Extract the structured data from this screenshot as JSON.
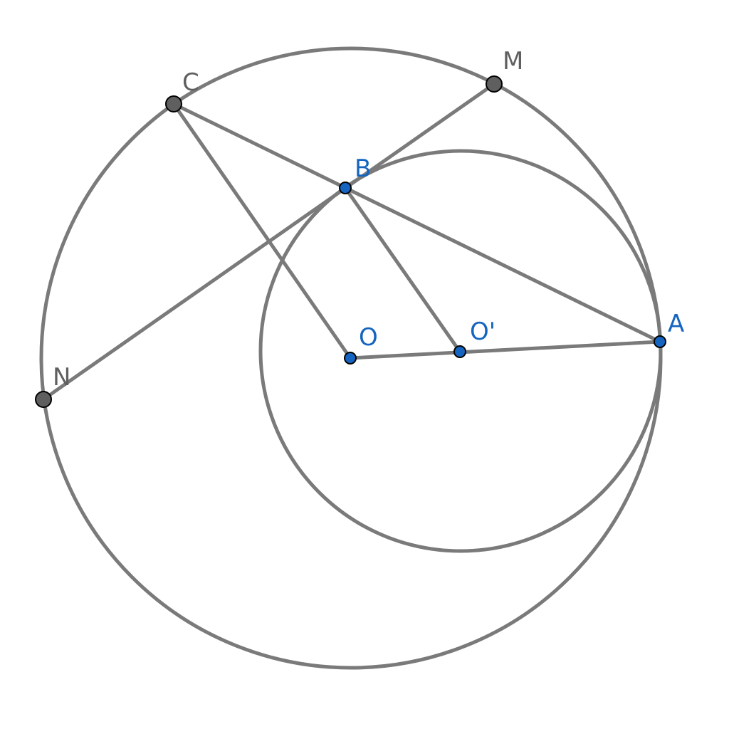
{
  "colors": {
    "line": "#7a7a7a",
    "free_point_fill": "#5f5f5f",
    "free_point_label": "#5f5f5f",
    "dependent_point_fill": "#1565c0",
    "dependent_point_label": "#1565c0",
    "point_outline": "#000000"
  },
  "points": {
    "C": {
      "label": "C",
      "kind": "free"
    },
    "M": {
      "label": "M",
      "kind": "free"
    },
    "B": {
      "label": "B",
      "kind": "dependent"
    },
    "A": {
      "label": "A",
      "kind": "dependent"
    },
    "O": {
      "label": "O",
      "kind": "dependent"
    },
    "O_prime": {
      "label": "O'",
      "kind": "dependent"
    },
    "N": {
      "label": "N",
      "kind": "free"
    }
  }
}
